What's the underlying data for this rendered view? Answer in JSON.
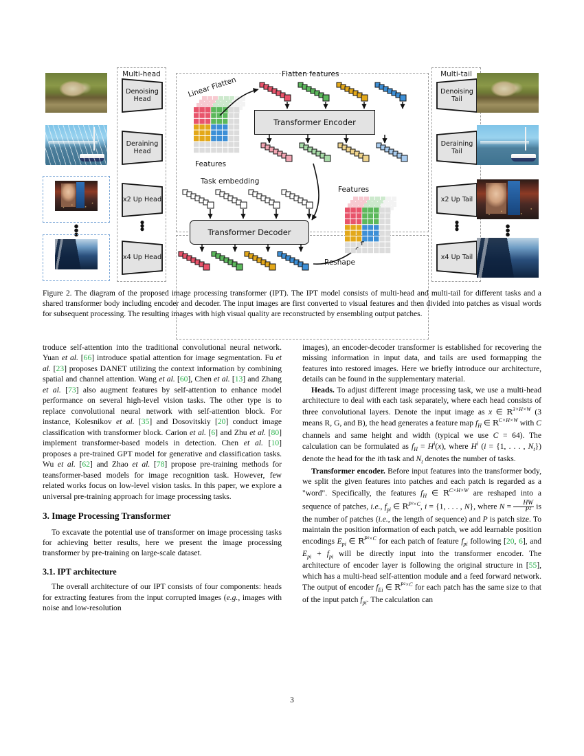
{
  "figure": {
    "panels": {
      "multi_head_label": "Multi-head",
      "multi_tail_label": "Multi-tail",
      "heads": [
        "Denoising Head",
        "Deraining Head",
        "x2 Up Head",
        "x4 Up Head"
      ],
      "tails": [
        "Denoising Tail",
        "Deraining Tail",
        "x2 Up Tail",
        "x4 Up Tail"
      ],
      "ellipsis": "⋮"
    },
    "labels": {
      "linear_flatten": "Linear Flatten",
      "features_top": "Features",
      "flatten_features": "Flatten features",
      "task_embedding": "Task embedding",
      "features_right": "Features",
      "reshape": "Reshape",
      "encoder": "Transformer Encoder",
      "decoder": "Transformer Decoder"
    },
    "colors": {
      "red": "#e8546b",
      "green": "#5cb85c",
      "gold": "#e3a81a",
      "blue": "#3d8fd6",
      "box_fill": "#e3e3e3",
      "stroke": "#111111",
      "dash_gray": "#9a9a9a",
      "dash_blue": "#7ba7d7"
    }
  },
  "caption": {
    "label": "Figure 2.",
    "text": "The diagram of the proposed image processing transformer (IPT). The IPT model consists of multi-head and multi-tail for different tasks and a shared transformer body including encoder and decoder. The input images are first converted to visual features and then divided into patches as visual words for subsequent processing. The resulting images with high visual quality are reconstructed by ensembling output patches."
  },
  "left_column": {
    "para1": {
      "seg1": "troduce self-attention into the traditional convolutional neural network. Yuan ",
      "it1": "et al.",
      "seg2": " [",
      "c1": "66",
      "seg3": "] introduce spatial attention for image segmentation. Fu ",
      "it2": "et al.",
      "seg4": " [",
      "c2": "23",
      "seg5": "] proposes DANET utilizing the context information by combining spatial and channel attention. Wang ",
      "it3": "et al.",
      "seg6": " [",
      "c3": "60",
      "seg7": "], Chen ",
      "it4": "et al.",
      "seg8": " [",
      "c4": "13",
      "seg9": "] and Zhang ",
      "it5": "et al.",
      "seg10": " [",
      "c5": "73",
      "seg11": "] also augment features by self-attention to enhance model performance on several high-level vision tasks. The other type is to replace convolutional neural network with self-attention block. For instance, Kolesnikov ",
      "it6": "et al.",
      "seg12": " [",
      "c6": "35",
      "seg13": "] and Dosovitskiy [",
      "c7": "20",
      "seg14": "] conduct image classification with transformer block. Carion ",
      "it7": "et al.",
      "seg15": " [",
      "c8": "6",
      "seg16": "] and Zhu ",
      "it8": "et al.",
      "seg17": " [",
      "c9": "80",
      "seg18": "] implement transformer-based models in detection. Chen ",
      "it9": "et al.",
      "seg19": " [",
      "c10": "10",
      "seg20": "] proposes a pre-trained GPT model for generative and classification tasks. Wu ",
      "it10": "et al.",
      "seg21": " [",
      "c11": "62",
      "seg22": "] and Zhao ",
      "it11": "et al.",
      "seg23": " [",
      "c12": "78",
      "seg24": "] propose pre-training methods for teansformer-based models for image recognition task. However, few related works focus on low-level vision tasks. In this paper, we explore a universal pre-training approach for image processing tasks."
    },
    "section_heading": "3. Image Processing Transformer",
    "para2": "To excavate the potential use of transformer on image processing tasks for achieving better results, here we present the image processing transformer by pre-training on large-scale dataset.",
    "subsection_heading": "3.1. IPT architecture",
    "para3": {
      "seg1": "The overall architecture of our IPT consists of four components: heads for extracting features from the input corrupted images (",
      "it1": "e.g.",
      "seg2": ", images with noise and low-resolution"
    }
  },
  "right_column": {
    "para1": "images), an encoder-decoder transformer is established for recovering the missing information in input data, and tails are used formapping the features into restored images. Here we briefly introduce our architecture, details can be found in the supplementary material.",
    "heads_para": {
      "bold": "Heads.",
      "seg1": " To adjust different image processing task, we use a multi-head architecture to deal with each task separately, where each head consists of three convolutional layers. Denote the input image as ",
      "m1": "x",
      "seg2": " ∈ ",
      "m2": "R",
      "sup1": "3×H×W",
      "seg3": " (3 means R, G, and B), the head generates a feature map ",
      "m3": "f",
      "sub1": "H",
      "seg4": " ∈ ",
      "m4": "R",
      "sup2": "C×H×W",
      "seg5": " with ",
      "m5": "C",
      "seg6": " channels and same height and width (typical we use ",
      "m6": "C",
      "seg7": " = 64). The calculation can be formulated as ",
      "m7": "f",
      "sub2": "H",
      "seg8": " = ",
      "m8": "H",
      "sup3": "i",
      "seg9": "(",
      "m9": "x",
      "seg10": "), where ",
      "m10": "H",
      "sup4": "i",
      "seg11": " (",
      "m11": "i",
      "seg12": " = {1, . . . , ",
      "m12": "N",
      "sub3": "t",
      "seg13": "}) denote the head for the ",
      "it1": "i",
      "seg14": "th task and ",
      "m13": "N",
      "sub4": "t",
      "seg15": " denotes the number of tasks."
    },
    "encoder_para": {
      "bold": "Transformer encoder.",
      "seg1": " Before input features into the transformer body, we split the given features into patches and each patch is regarded as a \"word\". Specifically, the features ",
      "m1": "f",
      "sub1": "H",
      "seg2": " ∈ ",
      "m2": "R",
      "sup1": "C×H×W",
      "seg3": " are reshaped into a sequence of patches, ",
      "it1": "i.e.",
      "seg4": ", ",
      "m3": "f",
      "sub2": "p",
      "sub2b": "i",
      "seg5": " ∈ ",
      "m4": "R",
      "sup2": "P²×C",
      "seg6": ", ",
      "m5": "i",
      "seg7": " = {1, . . . , ",
      "m6": "N",
      "seg8": "}, where ",
      "m7": "N",
      "seg9": " = ",
      "frac_num": "HW",
      "frac_den": "P²",
      "seg10": " is the number of patches (",
      "it2": "i.e.",
      "seg11": ", the length of sequence) and ",
      "m8": "P",
      "seg12": " is patch size. To maintain the position information of each patch, we add learnable position encodings ",
      "m9": "E",
      "sub3": "p",
      "sub3b": "i",
      "seg13": " ∈ ",
      "m10": "R",
      "sup3": "P²×C",
      "seg14": " for each patch of feature ",
      "m11": "f",
      "sub4": "p",
      "sub4b": "i",
      "seg15": " following [",
      "c1": "20",
      "seg16": ", ",
      "c2": "6",
      "seg17": "], and ",
      "m12": "E",
      "sub5": "p",
      "sub5b": "i",
      "seg18": " + ",
      "m13": "f",
      "sub6": "p",
      "sub6b": "i",
      "seg19": " will be directly input into the transformer encoder. The architecture of encoder layer is following the original structure in [",
      "c3": "55",
      "seg20": "], which has a multi-head self-attention module and a feed forward network. The output of encoder ",
      "m14": "f",
      "sub7": "E",
      "sub7b": "i",
      "seg21": " ∈ ",
      "m15": "R",
      "sup4": "P²×C",
      "seg22": " for each patch has the same size to that of the input patch ",
      "m16": "f",
      "sub8": "p",
      "sub8b": "i",
      "seg23": ". The calculation can"
    }
  },
  "page_number": "3"
}
